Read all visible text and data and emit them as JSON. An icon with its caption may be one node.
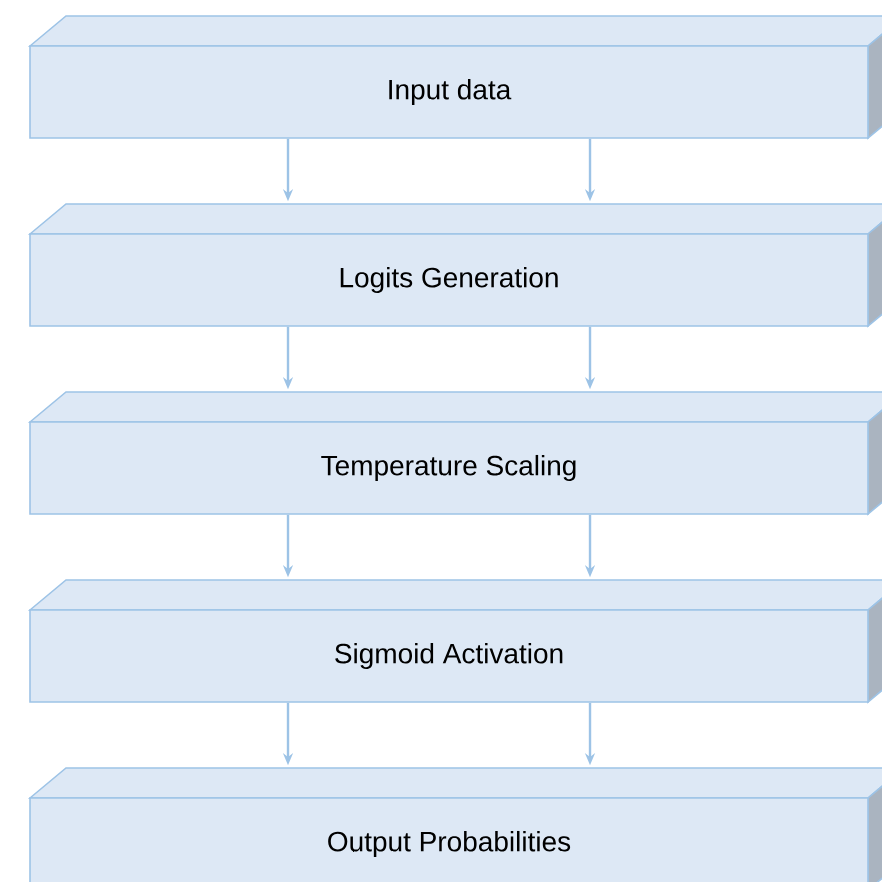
{
  "diagram": {
    "nodes": [
      {
        "text": [
          "Input data"
        ]
      },
      {
        "text": [
          "Logits Generation"
        ]
      },
      {
        "text": [
          "Temperature Scaling"
        ]
      },
      {
        "text": [
          "Sigmoid Activation"
        ]
      },
      {
        "text": [
          "Output Probabilities"
        ]
      }
    ],
    "edges": [
      {
        "from": 0,
        "to": 1,
        "arrow": "to"
      },
      {
        "from": 0,
        "to": 1,
        "arrow": "to"
      },
      {
        "from": 1,
        "to": 2,
        "arrow": "to"
      },
      {
        "from": 1,
        "to": 2,
        "arrow": "to"
      },
      {
        "from": 2,
        "to": 3,
        "arrow": "to"
      },
      {
        "from": 2,
        "to": 3,
        "arrow": "to"
      },
      {
        "from": 3,
        "to": 4,
        "arrow": "to"
      },
      {
        "from": 3,
        "to": 4,
        "arrow": "to"
      }
    ]
  }
}
